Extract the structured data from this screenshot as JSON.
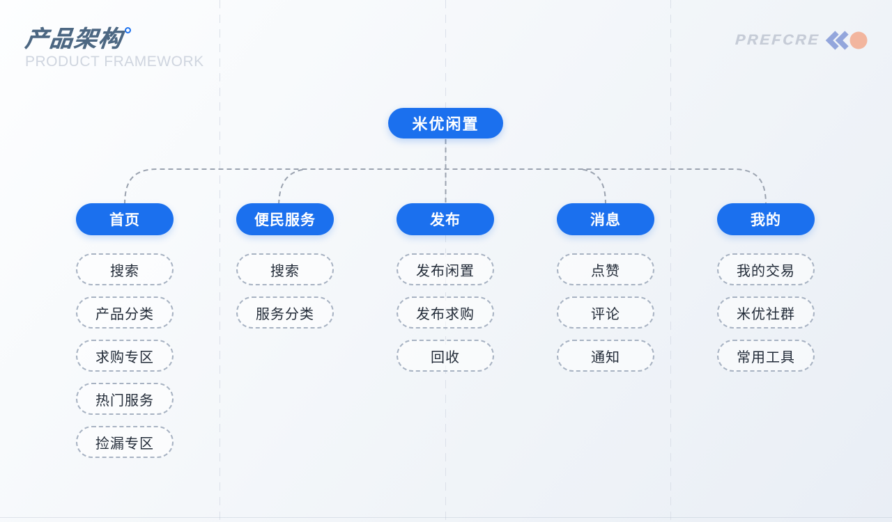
{
  "header": {
    "title": "产品架构",
    "subtitle": "PRODUCT FRAMEWORK"
  },
  "logo": {
    "text": "PREFCRE"
  },
  "colors": {
    "accent_blue": "#1B70EE",
    "node_border_gray": "#A7B2C2",
    "connector_gray": "#9AA2AF",
    "grid_gray": "#DBE0E9",
    "title_color": "#4C6782",
    "subtitle_color": "#CFD5DF",
    "logo_text_color": "#C6CCD7",
    "logo_chevron_color": "#93A6DC",
    "logo_circle_color": "#F2B59E"
  },
  "tree": {
    "root": "米优闲置",
    "branches": [
      {
        "label": "首页",
        "children": [
          "搜索",
          "产品分类",
          "求购专区",
          "热门服务",
          "捡漏专区"
        ]
      },
      {
        "label": "便民服务",
        "children": [
          "搜索",
          "服务分类"
        ]
      },
      {
        "label": "发布",
        "children": [
          "发布闲置",
          "发布求购",
          "回收"
        ]
      },
      {
        "label": "消息",
        "children": [
          "点赞",
          "评论",
          "通知"
        ]
      },
      {
        "label": "我的",
        "children": [
          "我的交易",
          "米优社群",
          "常用工具"
        ]
      }
    ]
  }
}
